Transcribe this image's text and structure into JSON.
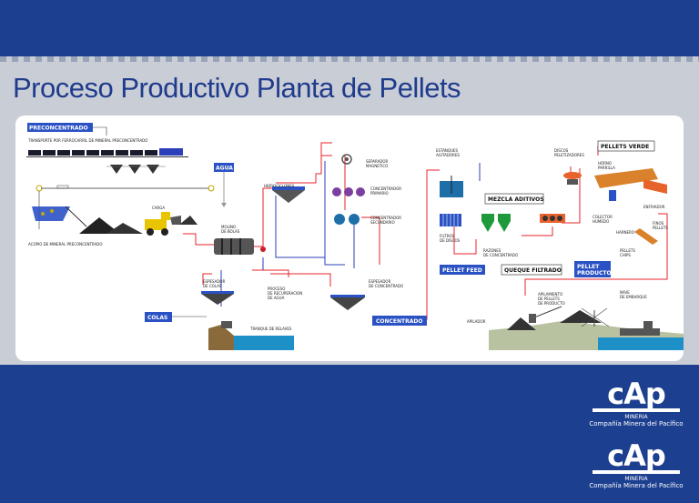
{
  "title": "Proceso Productivo Planta de Pellets",
  "diagram": {
    "boxes": {
      "preconcentrado": "PRECONCENTRADO",
      "agua": "AGUA",
      "colas": "COLAS",
      "concentrado": "CONCENTRADO",
      "pellet_feed": "PELLET FEED",
      "mezcla_aditivos": "MEZCLA ADITIVOS",
      "queque_filtrado": "QUEQUE FILTRADO",
      "pellets_verde": "PELLETS VERDE",
      "pellet_producto_1": "PELLET",
      "pellet_producto_2": "PRODUCTO"
    },
    "labels": {
      "transporte": "TRANSPORTE POR FERROCARRIL DE MINERAL PRECONCENTRADO",
      "acopio": "ACOPIO DE MINERAL PRECONCENTRADO",
      "carga": "CARGA",
      "molino_1": "MOLINO",
      "molino_2": "DE BOLAS",
      "hidrociclones": "HIDROCICLONES",
      "separador_1": "SEPARADOR",
      "separador_2": "MAGNETICO",
      "conc_primario_1": "CONCENTRADOR",
      "conc_primario_2": "PRIMARIO",
      "conc_secundario_1": "CONCENTRADOR",
      "conc_secundario_2": "SECUNDARIO",
      "espesador_colas_1": "ESPESADOR",
      "espesador_colas_2": "DE COLAS",
      "proceso_rec_1": "PROCESO",
      "proceso_rec_2": "DE RECUPERACION",
      "proceso_rec_3": "DE AGUA",
      "espesador_conc_1": "ESPESADOR",
      "espesador_conc_2": "DE CONCENTRADO",
      "tranque": "TRANQUE DE RELAVES",
      "estanques_1": "ESTANQUES",
      "estanques_2": "AGITADORES",
      "filtros_1": "FILTROS",
      "filtros_2": "DE DISCOS",
      "razones_1": "RAZONES",
      "razones_2": "DE CONCENTRADO",
      "discos_1": "DISCOS",
      "discos_2": "PELETIZADORES",
      "horno_1": "HORNO",
      "horno_2": "PARRILLA",
      "colector_1": "COLECTOR",
      "colector_2": "HUMEDO",
      "enfriador": "ENFRIADOR",
      "harnero": "HARNERO",
      "finos_1": "FINOS",
      "finos_2": "PELLETS",
      "pellets_chips_1": "PELLETS",
      "pellets_chips_2": "CHIPS",
      "apiladores": "APILADOR",
      "apilamiento_1": "APILAMIENTO",
      "apilamiento_2": "DE PELLETS",
      "apilamiento_3": "DE PRODUCTO",
      "nave_1": "NAVE",
      "nave_2": "DE EMBARQUE"
    }
  },
  "logos": [
    {
      "word": "cAp",
      "sub": "MINERIA",
      "company": "Compañía Minera del Pacífico"
    },
    {
      "word": "cAp",
      "sub": "MINERIA",
      "company": "Compañía Minera del Pacífico"
    }
  ],
  "colors": {
    "background": "#1d3f8f",
    "title": "#1f3b8c",
    "flow_red": "#e8232b",
    "flow_blue": "#2a3fb8",
    "box_blue": "#2a52c4",
    "water": "#1e90c8"
  }
}
